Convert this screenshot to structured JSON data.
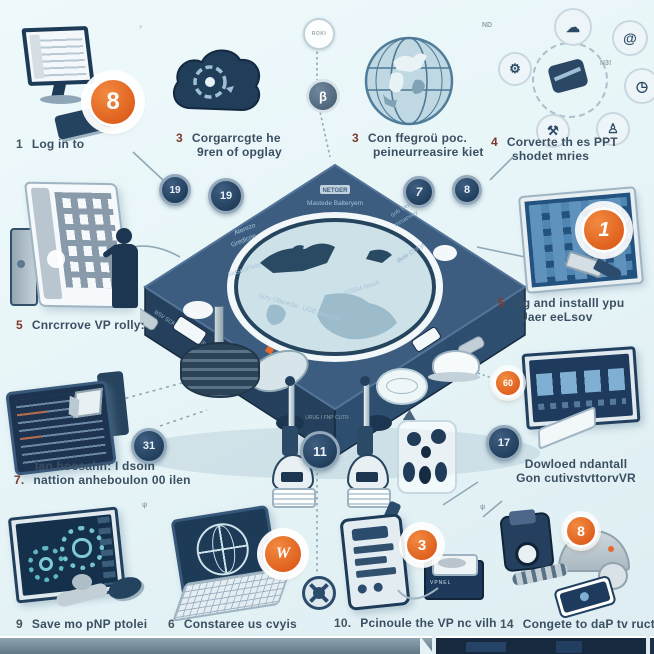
{
  "colors": {
    "background": "#e7f4f7",
    "navy": "#1e3a57",
    "device_top": "#3d5d80",
    "device_side": "#27445f",
    "accent_orange": "#e5692c",
    "caption_text": "#3b4f63",
    "number_maroon": "#7d3b2b",
    "number_navy": "#44545e",
    "connector_line": "#90aab8",
    "badge_navy": "#2e4a68",
    "teal_gear": "#63c0c8",
    "globe_fill": "#cde1e8"
  },
  "steps": [
    {
      "num": "1",
      "line1": "Log in to"
    },
    {
      "num": "3",
      "line1": "Corgarrcgte he",
      "line2": "9ren of opglay"
    },
    {
      "num": "3",
      "line1": "Con ffegroü poc.",
      "line2": "peineurreasire kiet"
    },
    {
      "num": "4",
      "line1": "Corverte th es PPT",
      "line2": "shodet mries"
    },
    {
      "num": "5",
      "line1": "Cnrcrrove VP rolly:"
    },
    {
      "num": "5",
      "line1": "Ug and installl ypu",
      "line2": "Uaer eeLsov"
    },
    {
      "pre": "lao hocsahn: I dsoln",
      "num": "7.",
      "line1": "nattion anheboulon 00 ilen"
    },
    {
      "line1": "Dowloed ndantall",
      "line2": "Gon cutivstvttorvVR"
    },
    {
      "num": "9",
      "line1": "Save mo pNP ptolei"
    },
    {
      "num": "6",
      "line1": "Constaree us cvyis"
    },
    {
      "num": "10.",
      "line1": "Pcinoule the VP nc vilh"
    },
    {
      "num": "14",
      "line1": "Congete to daP tv ruct"
    }
  ],
  "badges": {
    "roki": "ROKI",
    "beta": "β",
    "n19a": "19",
    "n19b": "19",
    "n7": "7",
    "n8": "8",
    "n31": "31",
    "n17": "17",
    "n11": "11",
    "orange_login": "8",
    "orange_monitor": "1",
    "orange_link": "60",
    "orange_modem": "3",
    "orange_cast": "8",
    "orange_script": "W"
  },
  "device": {
    "brand": "NETGER",
    "brand_sub": "Mastede Balteryem",
    "left_top": "Aterezo",
    "left_top2": "Gredicrie",
    "left_mid": "AirGeoPlets",
    "bottom": "Scry Ofleredie",
    "bottom2": "UGB adoptors",
    "right": "VSBM Nelsh",
    "side_right": "qob Sealterge",
    "side_right2": "mmarwey",
    "side_right3": "dkde CSKyt",
    "side_left": "BSV SCRY NEV4 MH BIGTER",
    "side_left2": "DIN  ON  MH8",
    "side_left3": "48BV   MR"
  },
  "marks": {
    "flag": "♀",
    "nd": "ND",
    "n3": "N3!",
    "psi1": "ψ",
    "psi2": "ψ",
    "controller": "URUE I FNP CUTR",
    "vpn_box": "VPNEL"
  }
}
